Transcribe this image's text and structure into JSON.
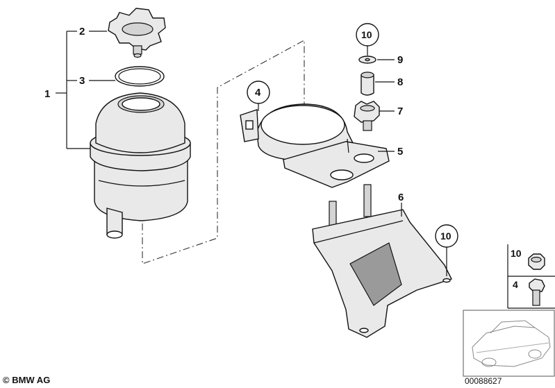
{
  "callouts": {
    "c1": "1",
    "c2": "2",
    "c3": "3",
    "c4": "4",
    "c5": "5",
    "c6": "6",
    "c7": "7",
    "c8": "8",
    "c9": "9",
    "c10_top": "10",
    "c10_bracket": "10"
  },
  "legend": {
    "item_nut": "10",
    "item_bolt": "4"
  },
  "footer": {
    "copyright": "© BMW AG",
    "image_number": "00088627"
  }
}
